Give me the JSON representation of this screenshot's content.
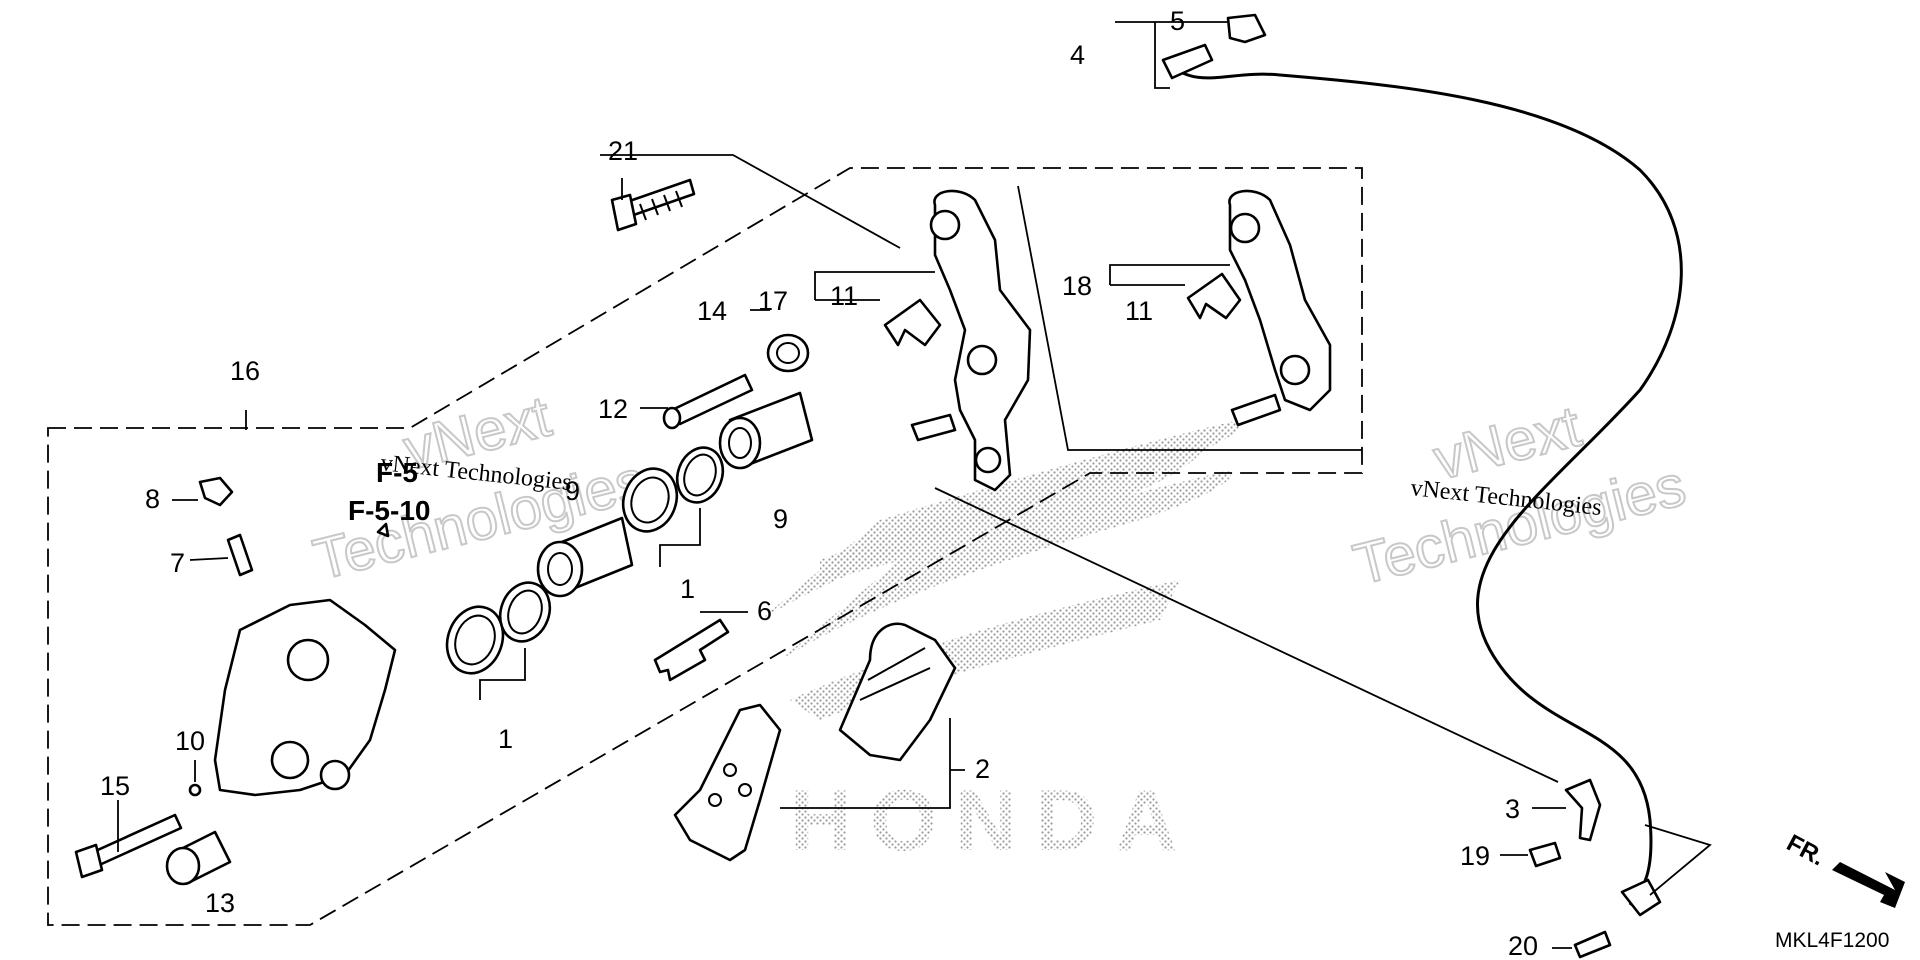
{
  "diagram_code": "MKL4F1200",
  "reference_label": "F-5-10",
  "reference_label_ghost": "F-5",
  "direction_label": "FR.",
  "watermark": {
    "brand_top": "vNext",
    "brand_bottom": "Technologies",
    "caption": "vNext Technologies"
  },
  "logo_text": "HONDA",
  "callouts": {
    "c1a": "1",
    "c1b": "1",
    "c2": "2",
    "c3": "3",
    "c4": "4",
    "c5": "5",
    "c6": "6",
    "c7": "7",
    "c8": "8",
    "c9a": "9",
    "c9b": "9",
    "c10": "10",
    "c11a": "11",
    "c11b": "11",
    "c12": "12",
    "c13": "13",
    "c14": "14",
    "c15": "15",
    "c16": "16",
    "c17": "17",
    "c18": "18",
    "c19": "19",
    "c20": "20",
    "c21": "21"
  },
  "colors": {
    "line": "#000000",
    "background": "#ffffff",
    "logo_stipple": "#9a9a9a",
    "watermark": "#c8c8c8"
  }
}
